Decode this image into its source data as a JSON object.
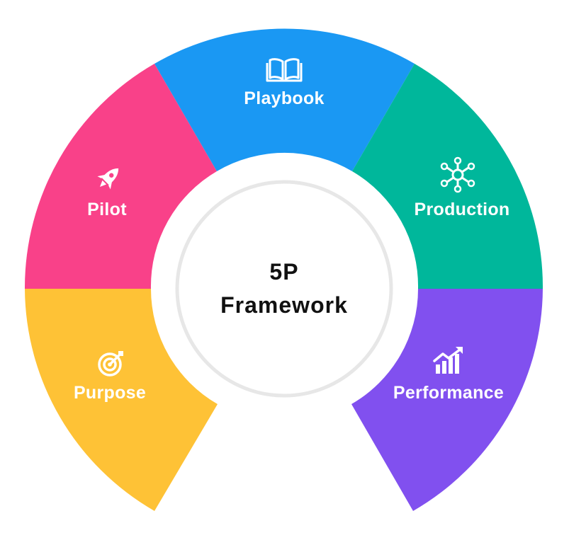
{
  "center": {
    "line1": "5P",
    "line2": "Framework"
  },
  "segments": [
    {
      "key": "purpose",
      "label": "Purpose",
      "color": "#FEC236",
      "icon": "target-icon"
    },
    {
      "key": "pilot",
      "label": "Pilot",
      "color": "#F94189",
      "icon": "rocket-icon"
    },
    {
      "key": "playbook",
      "label": "Playbook",
      "color": "#1A98F3",
      "icon": "book-icon"
    },
    {
      "key": "production",
      "label": "Production",
      "color": "#00B79B",
      "icon": "network-icon"
    },
    {
      "key": "performance",
      "label": "Performance",
      "color": "#8150EF",
      "icon": "growth-chart-icon"
    }
  ]
}
